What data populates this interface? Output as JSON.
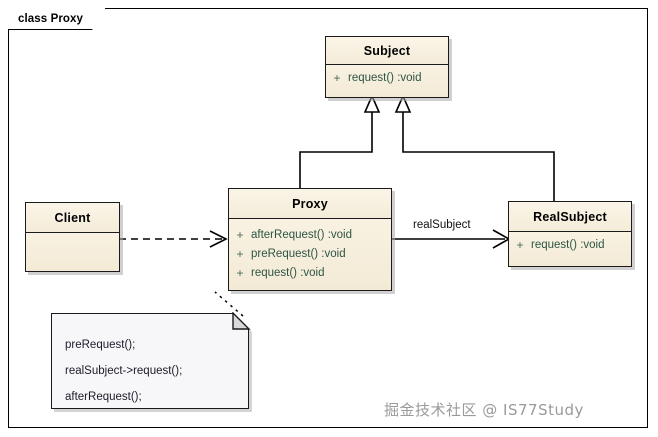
{
  "diagram": {
    "frame_label": "class Proxy",
    "type": "uml-class-diagram",
    "pattern": "Proxy"
  },
  "classes": [
    {
      "id": "subject",
      "name": "Subject",
      "members": [
        {
          "visibility": "+",
          "signature": "request()  :void"
        }
      ]
    },
    {
      "id": "proxy",
      "name": "Proxy",
      "members": [
        {
          "visibility": "+",
          "signature": "afterRequest()  :void"
        },
        {
          "visibility": "+",
          "signature": "preRequest()  :void"
        },
        {
          "visibility": "+",
          "signature": "request()  :void"
        }
      ]
    },
    {
      "id": "realsubject",
      "name": "RealSubject",
      "members": [
        {
          "visibility": "+",
          "signature": "request()  :void"
        }
      ]
    },
    {
      "id": "client",
      "name": "Client",
      "members": []
    }
  ],
  "note": {
    "lines": [
      "preRequest();",
      "realSubject->request();",
      "afterRequest();"
    ]
  },
  "edges": {
    "association_label": "realSubject"
  },
  "watermark": {
    "text": "掘金技术社区 @ IS77Study"
  },
  "colors": {
    "class_fill": "#faf3e3",
    "class_border": "#1a1a1a",
    "member_text": "#2f5545",
    "note_fill": "#f7f6f8",
    "line": "#000000",
    "shadow": "#aaaaaa",
    "watermark": "#9a9a9a"
  }
}
